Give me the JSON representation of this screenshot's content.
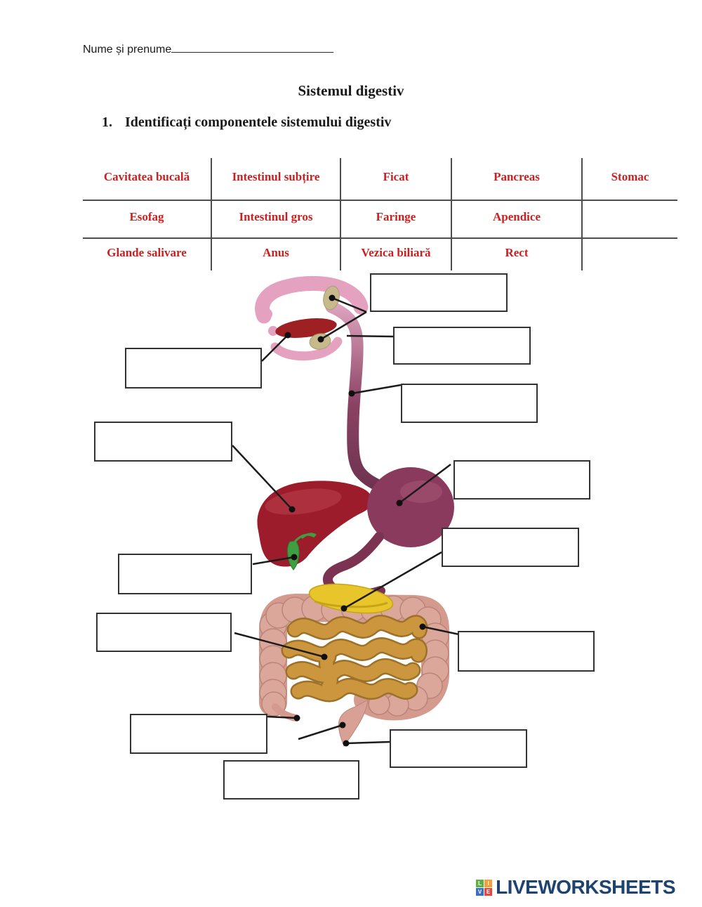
{
  "header": {
    "name_label": "Nume și prenume",
    "title": "Sistemul digestiv",
    "exercise": {
      "number": "1.",
      "text": "Identificați componentele sistemului digestiv"
    }
  },
  "word_bank": {
    "text_color": "#cc2020",
    "rows": [
      [
        "Cavitatea bucală",
        "Intestinul subțire",
        "Ficat",
        "Pancreas",
        "Stomac"
      ],
      [
        "Esofag",
        "Intestinul gros",
        "Faringe",
        "Apendice",
        ""
      ],
      [
        "Glande salivare",
        "Anus",
        "Vezica biliară",
        "Rect",
        ""
      ]
    ]
  },
  "diagram": {
    "answer_boxes": [
      {
        "id": "salivary-glands",
        "value": ""
      },
      {
        "id": "pharynx",
        "value": ""
      },
      {
        "id": "oral-cavity",
        "value": ""
      },
      {
        "id": "esophagus",
        "value": ""
      },
      {
        "id": "liver",
        "value": ""
      },
      {
        "id": "stomach",
        "value": ""
      },
      {
        "id": "pancreas",
        "value": ""
      },
      {
        "id": "gallbladder",
        "value": ""
      },
      {
        "id": "small-intestine",
        "value": ""
      },
      {
        "id": "large-intestine",
        "value": ""
      },
      {
        "id": "appendix",
        "value": ""
      },
      {
        "id": "rectum",
        "value": ""
      },
      {
        "id": "anus",
        "value": ""
      }
    ]
  },
  "footer": {
    "logo_text": "LIVEWORKSHEETS",
    "logo_color": "#1d4370",
    "logo_squares": [
      {
        "letter": "L",
        "color": "#5fb045"
      },
      {
        "letter": "I",
        "color": "#f0a13a"
      },
      {
        "letter": "V",
        "color": "#3a6fc4"
      },
      {
        "letter": "E",
        "color": "#e0493f"
      }
    ]
  }
}
